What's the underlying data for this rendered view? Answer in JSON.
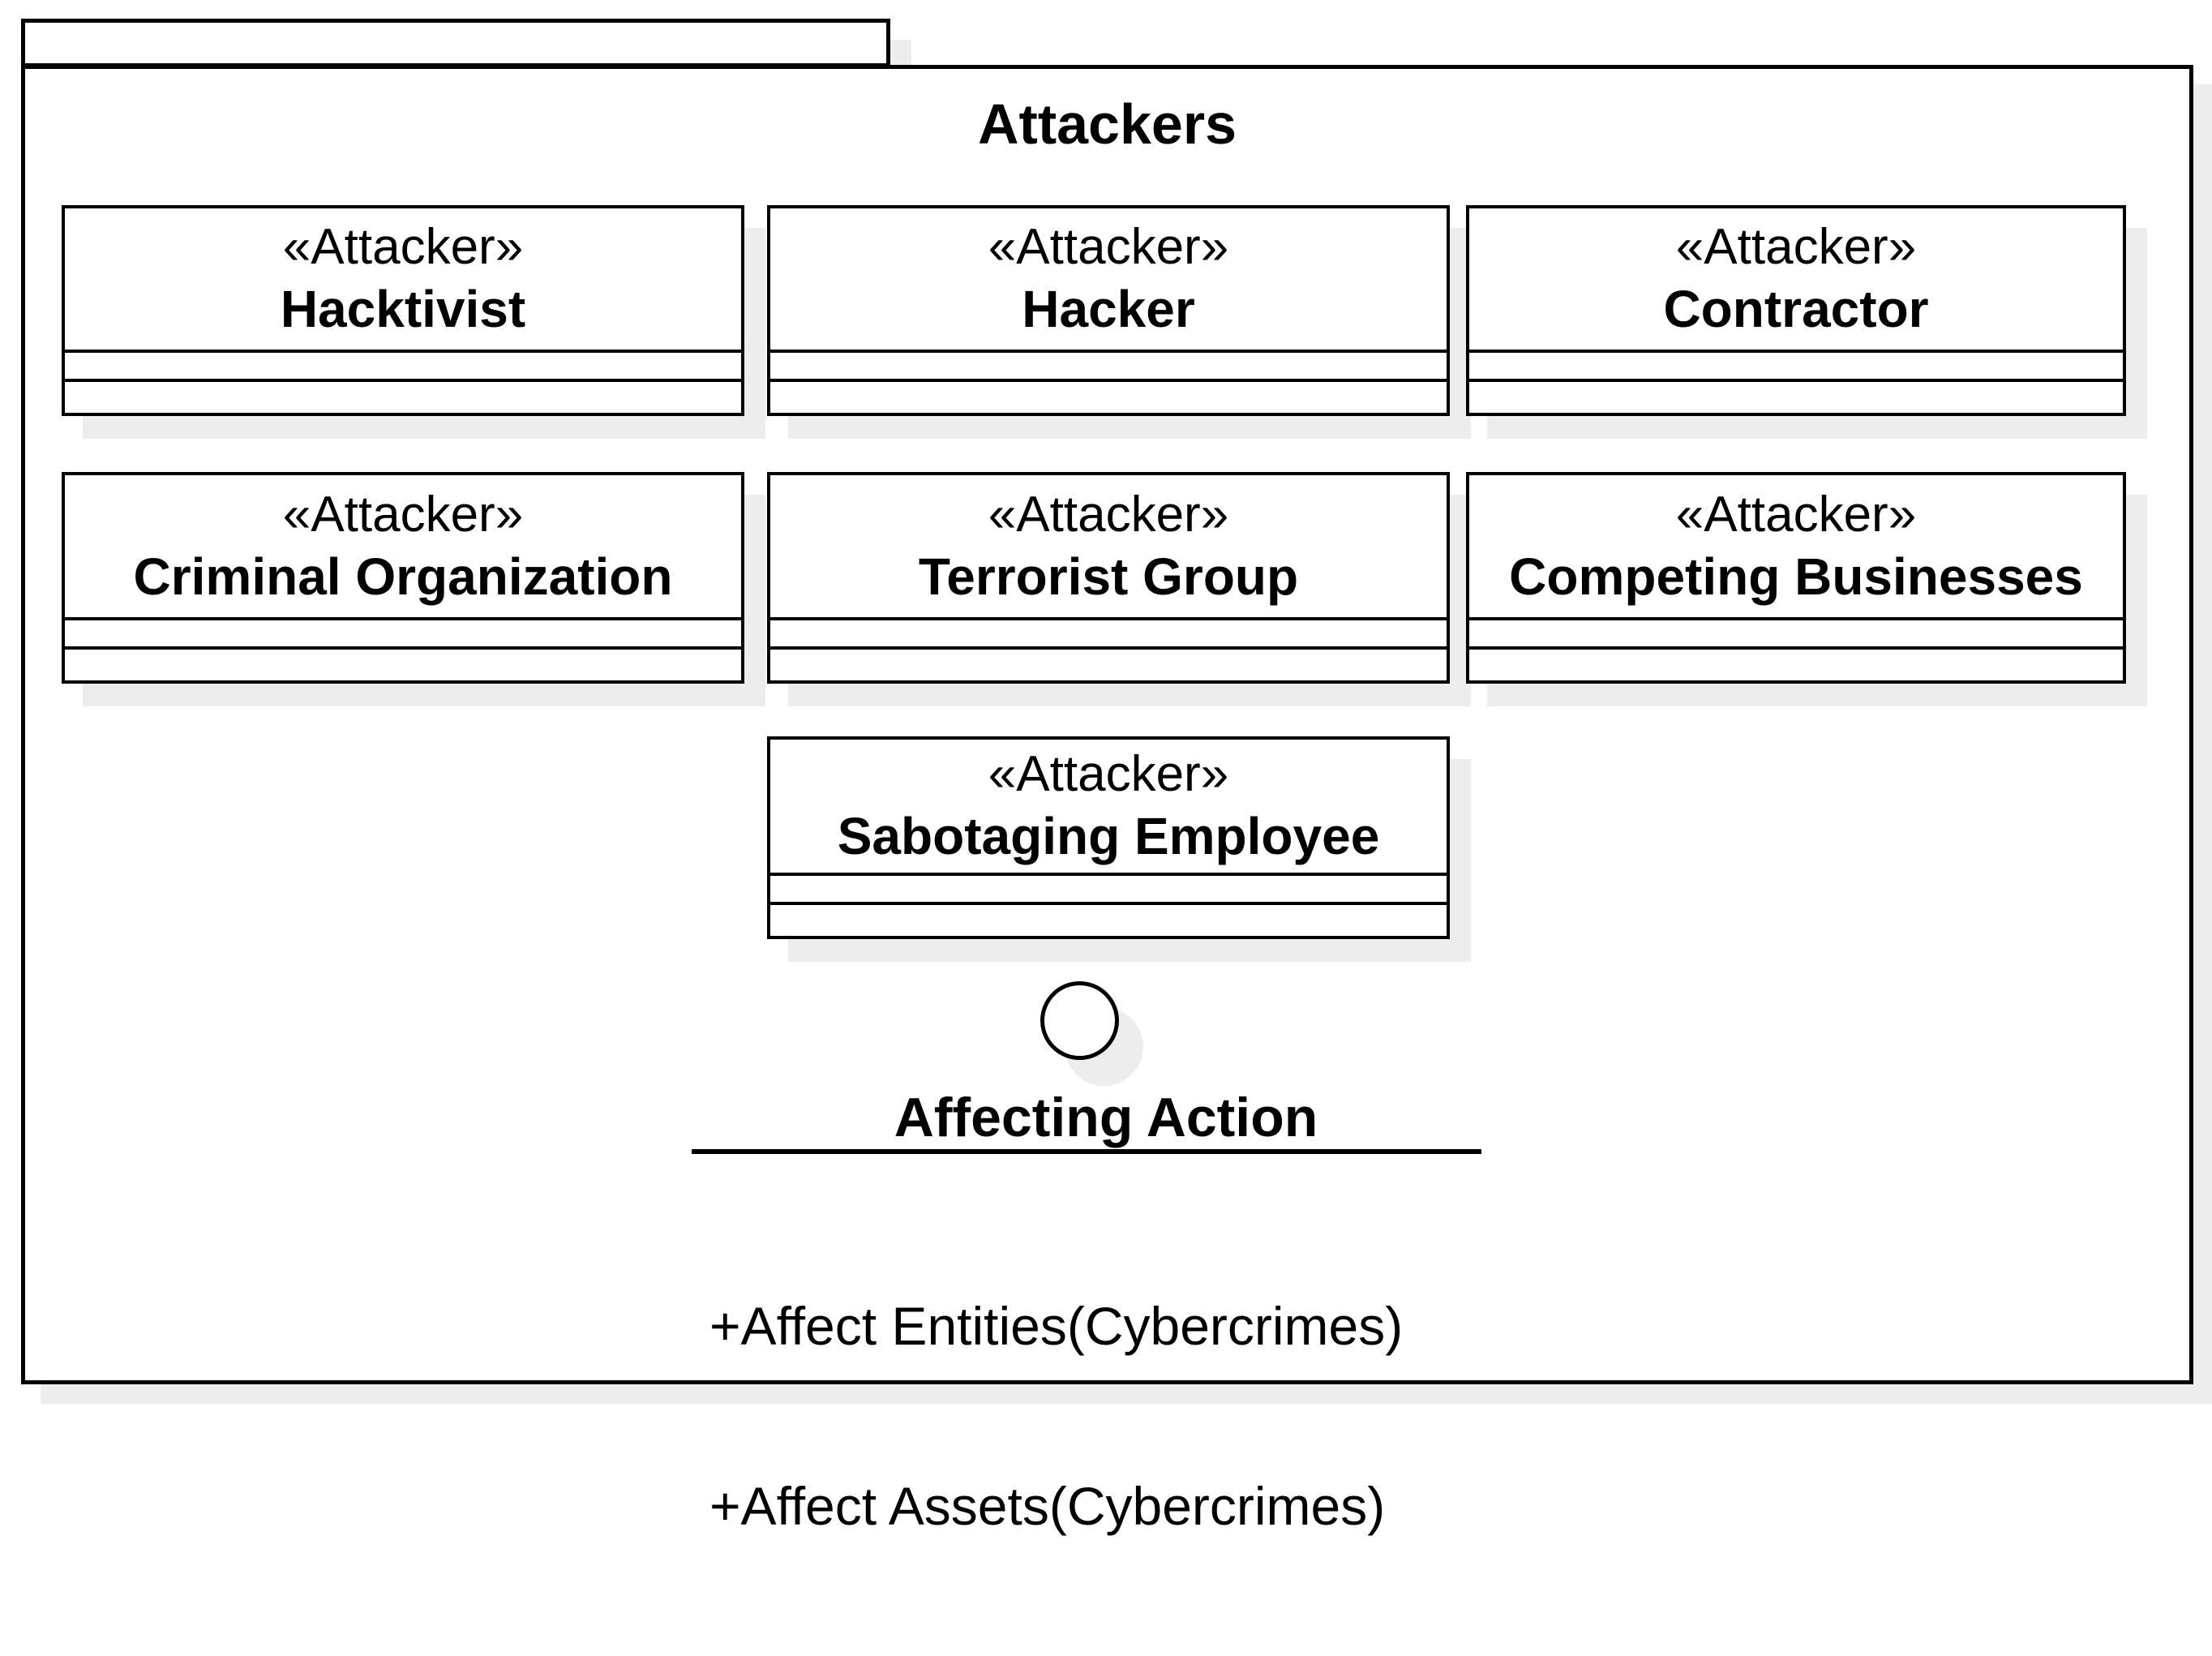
{
  "package": {
    "title": "Attackers",
    "tab_label": ""
  },
  "classes": [
    {
      "stereotype": "«Attacker»",
      "name": "Hacktivist"
    },
    {
      "stereotype": "«Attacker»",
      "name": "Hacker"
    },
    {
      "stereotype": "«Attacker»",
      "name": "Contractor"
    },
    {
      "stereotype": "«Attacker»",
      "name": "Criminal Organization"
    },
    {
      "stereotype": "«Attacker»",
      "name": "Terrorist Group"
    },
    {
      "stereotype": "«Attacker»",
      "name": "Competing Businesses"
    },
    {
      "stereotype": "«Attacker»",
      "name": "Sabotaging Employee"
    }
  ],
  "interface": {
    "name": "Affecting Action",
    "operations": [
      "+Affect Entities(Cybercrimes)",
      "+Affect Assets(Cybercrimes)"
    ]
  },
  "colors": {
    "background": "#ffffff",
    "border": "#000000",
    "text": "#000000",
    "shadow": "#ededed"
  }
}
